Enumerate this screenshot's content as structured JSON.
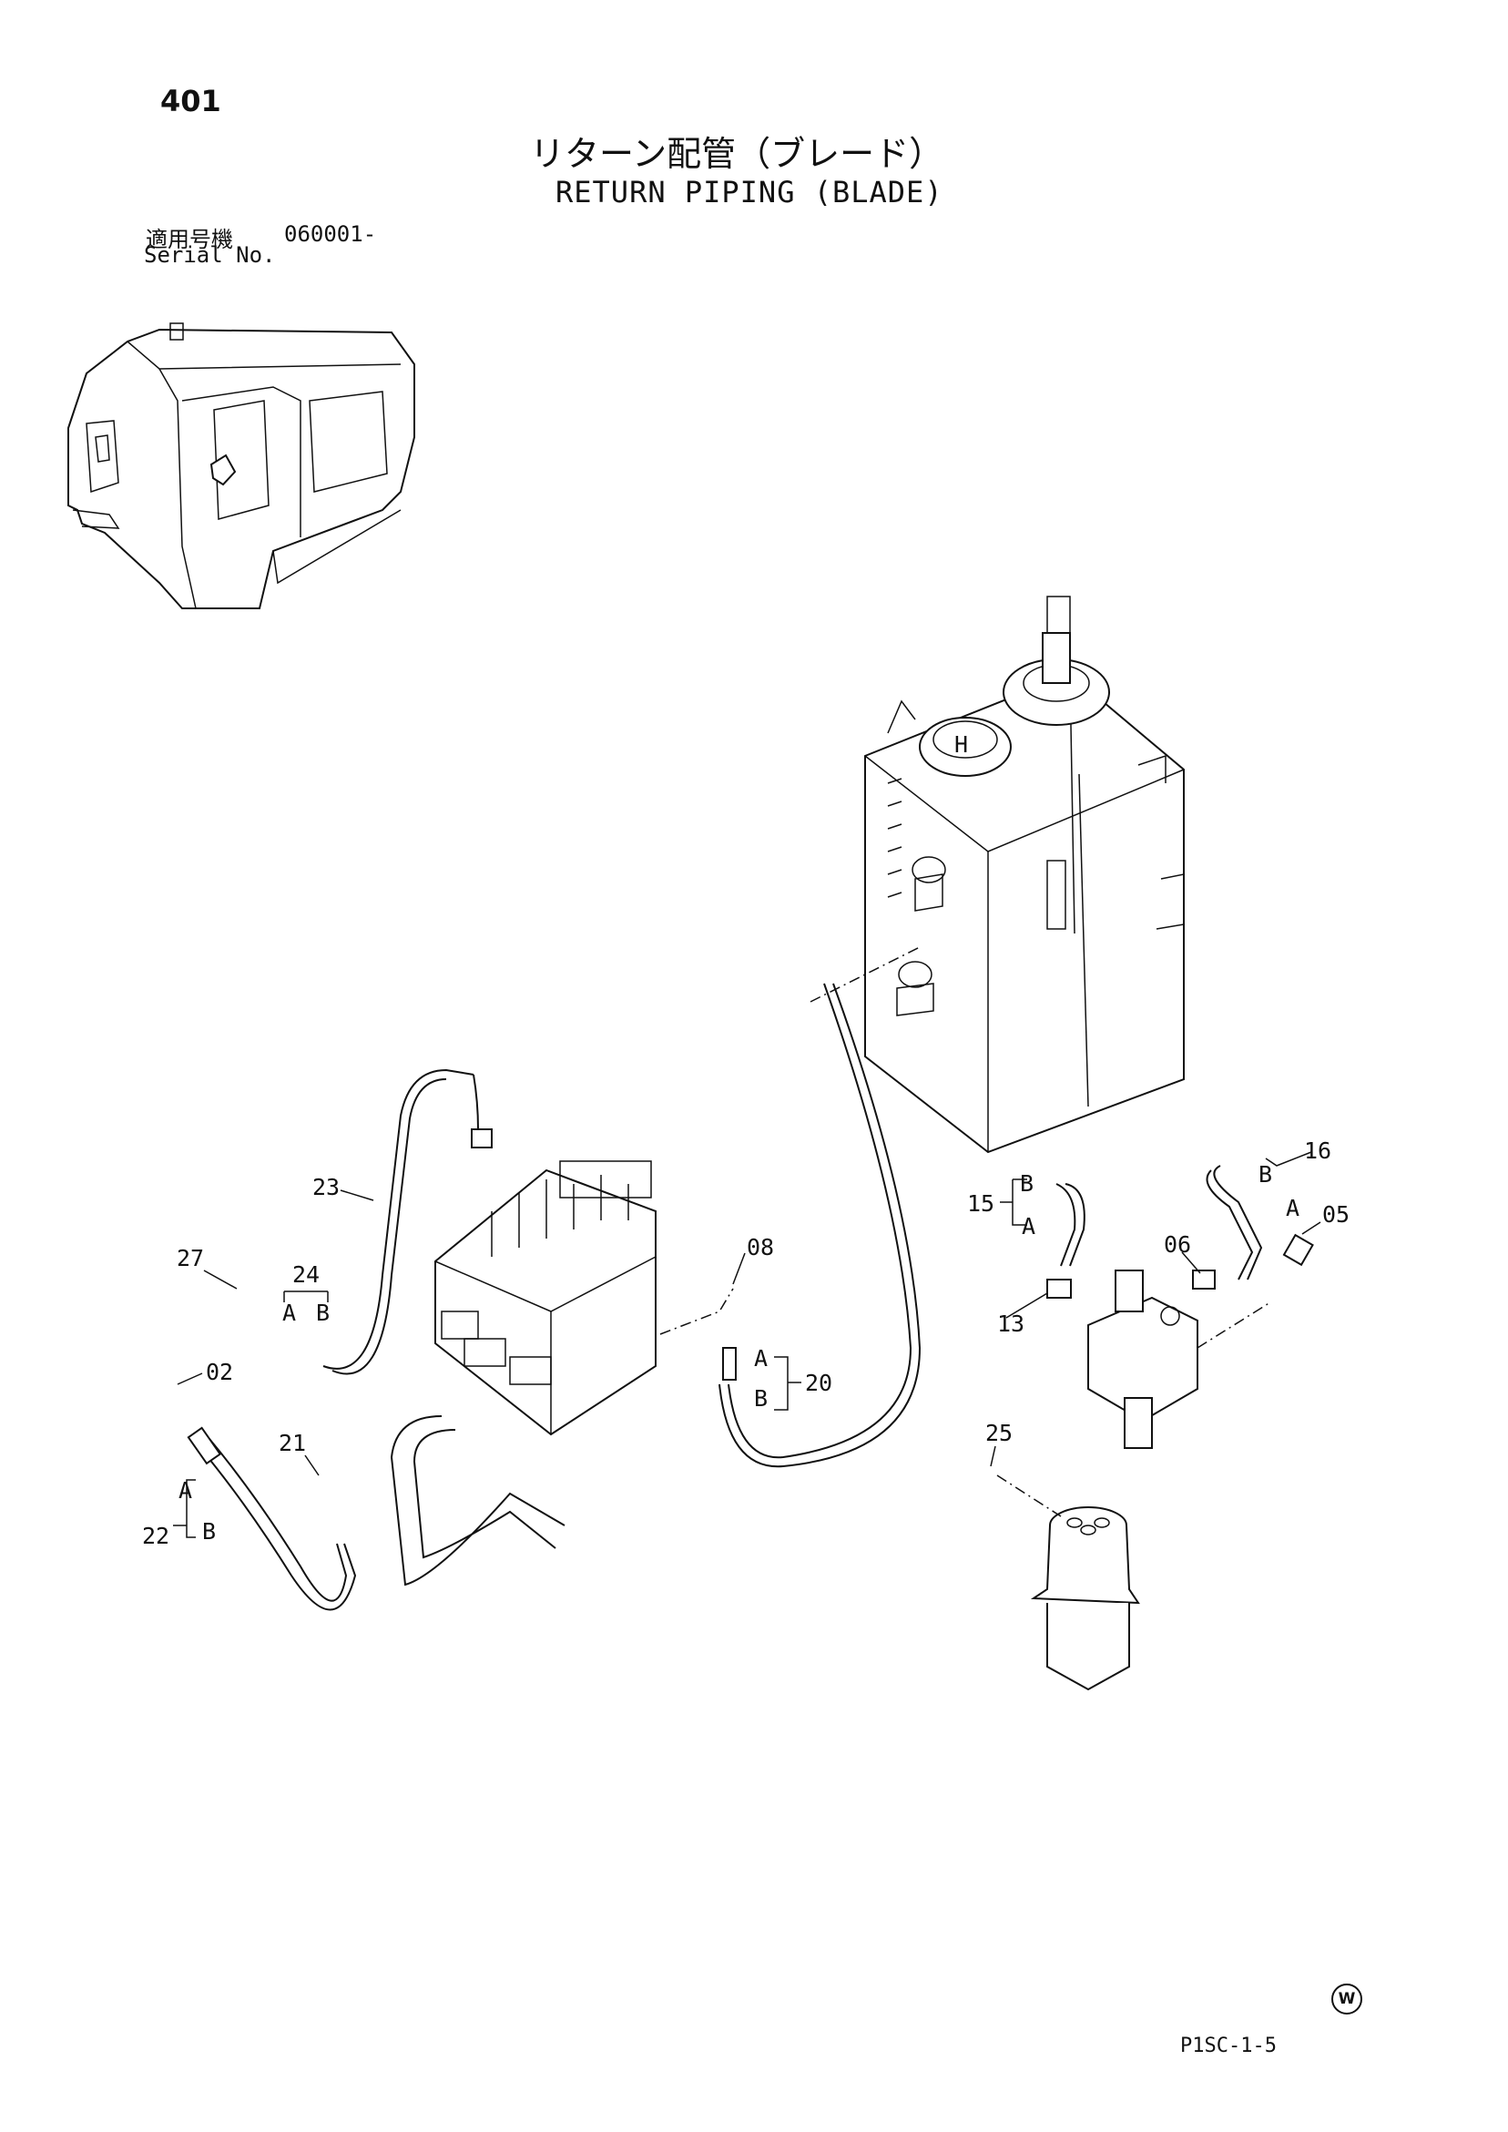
{
  "header": {
    "page_number": "401",
    "title_jp": "リターン配管（ブレード）",
    "title_en": "RETURN PIPING (BLADE)",
    "serial_label_jp": "適用号機",
    "serial_value": "060001-",
    "serial_label_en": "Serial No."
  },
  "callouts": {
    "c02": "02",
    "c05": "05",
    "c06": "06",
    "c08": "08",
    "c13": "13",
    "c15": "15",
    "c16": "16",
    "c20": "20",
    "c21": "21",
    "c22": "22",
    "c23": "23",
    "c24": "24",
    "c25": "25",
    "c27": "27"
  },
  "sub_labels": {
    "a": "A",
    "b": "B"
  },
  "footer": {
    "catalog_code": "P1SC-1-5",
    "mark": "W"
  }
}
